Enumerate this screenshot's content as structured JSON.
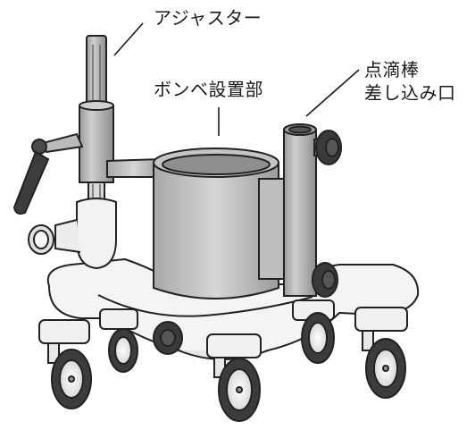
{
  "labels": {
    "adjuster": "アジャスター",
    "cylinder_holder": "ボンベ設置部",
    "iv_pole_inlet_line1": "点滴棒",
    "iv_pole_inlet_line2": "差し込み口"
  }
}
